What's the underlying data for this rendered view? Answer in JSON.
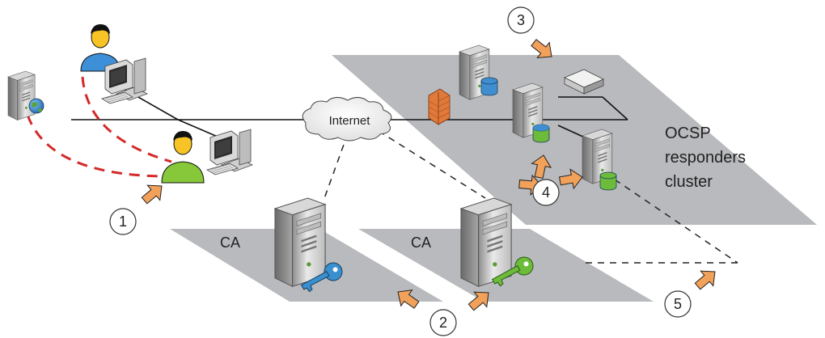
{
  "labels": {
    "internet": "Internet",
    "ca_left": "CA",
    "ca_right": "CA",
    "ocsp_line1": "OCSP",
    "ocsp_line2": "responders",
    "ocsp_line3": "cluster"
  },
  "steps": [
    "1",
    "2",
    "3",
    "4",
    "5"
  ],
  "colors": {
    "platform": "#b9babd",
    "network_line": "#111111",
    "dashed_request": "#d42a2a",
    "arrow_fill": "#f2a15a",
    "arrow_stroke": "#222222",
    "user_blue": "#3d8fd8",
    "user_green": "#86c83a",
    "key_blue": "#3a8fcf",
    "key_green": "#6dbb3a",
    "db_blue": "#3f8fd0",
    "db_green": "#6cbb3a",
    "firewall": "#e07a3a"
  },
  "icons": [
    "web-server-icon",
    "user-blue-icon",
    "user-green-icon",
    "workstation-icon",
    "internet-cloud-icon",
    "firewall-icon",
    "ocsp-server-icon",
    "database-icon",
    "router-icon",
    "ca-server-icon",
    "key-icon",
    "arrow-icon"
  ]
}
